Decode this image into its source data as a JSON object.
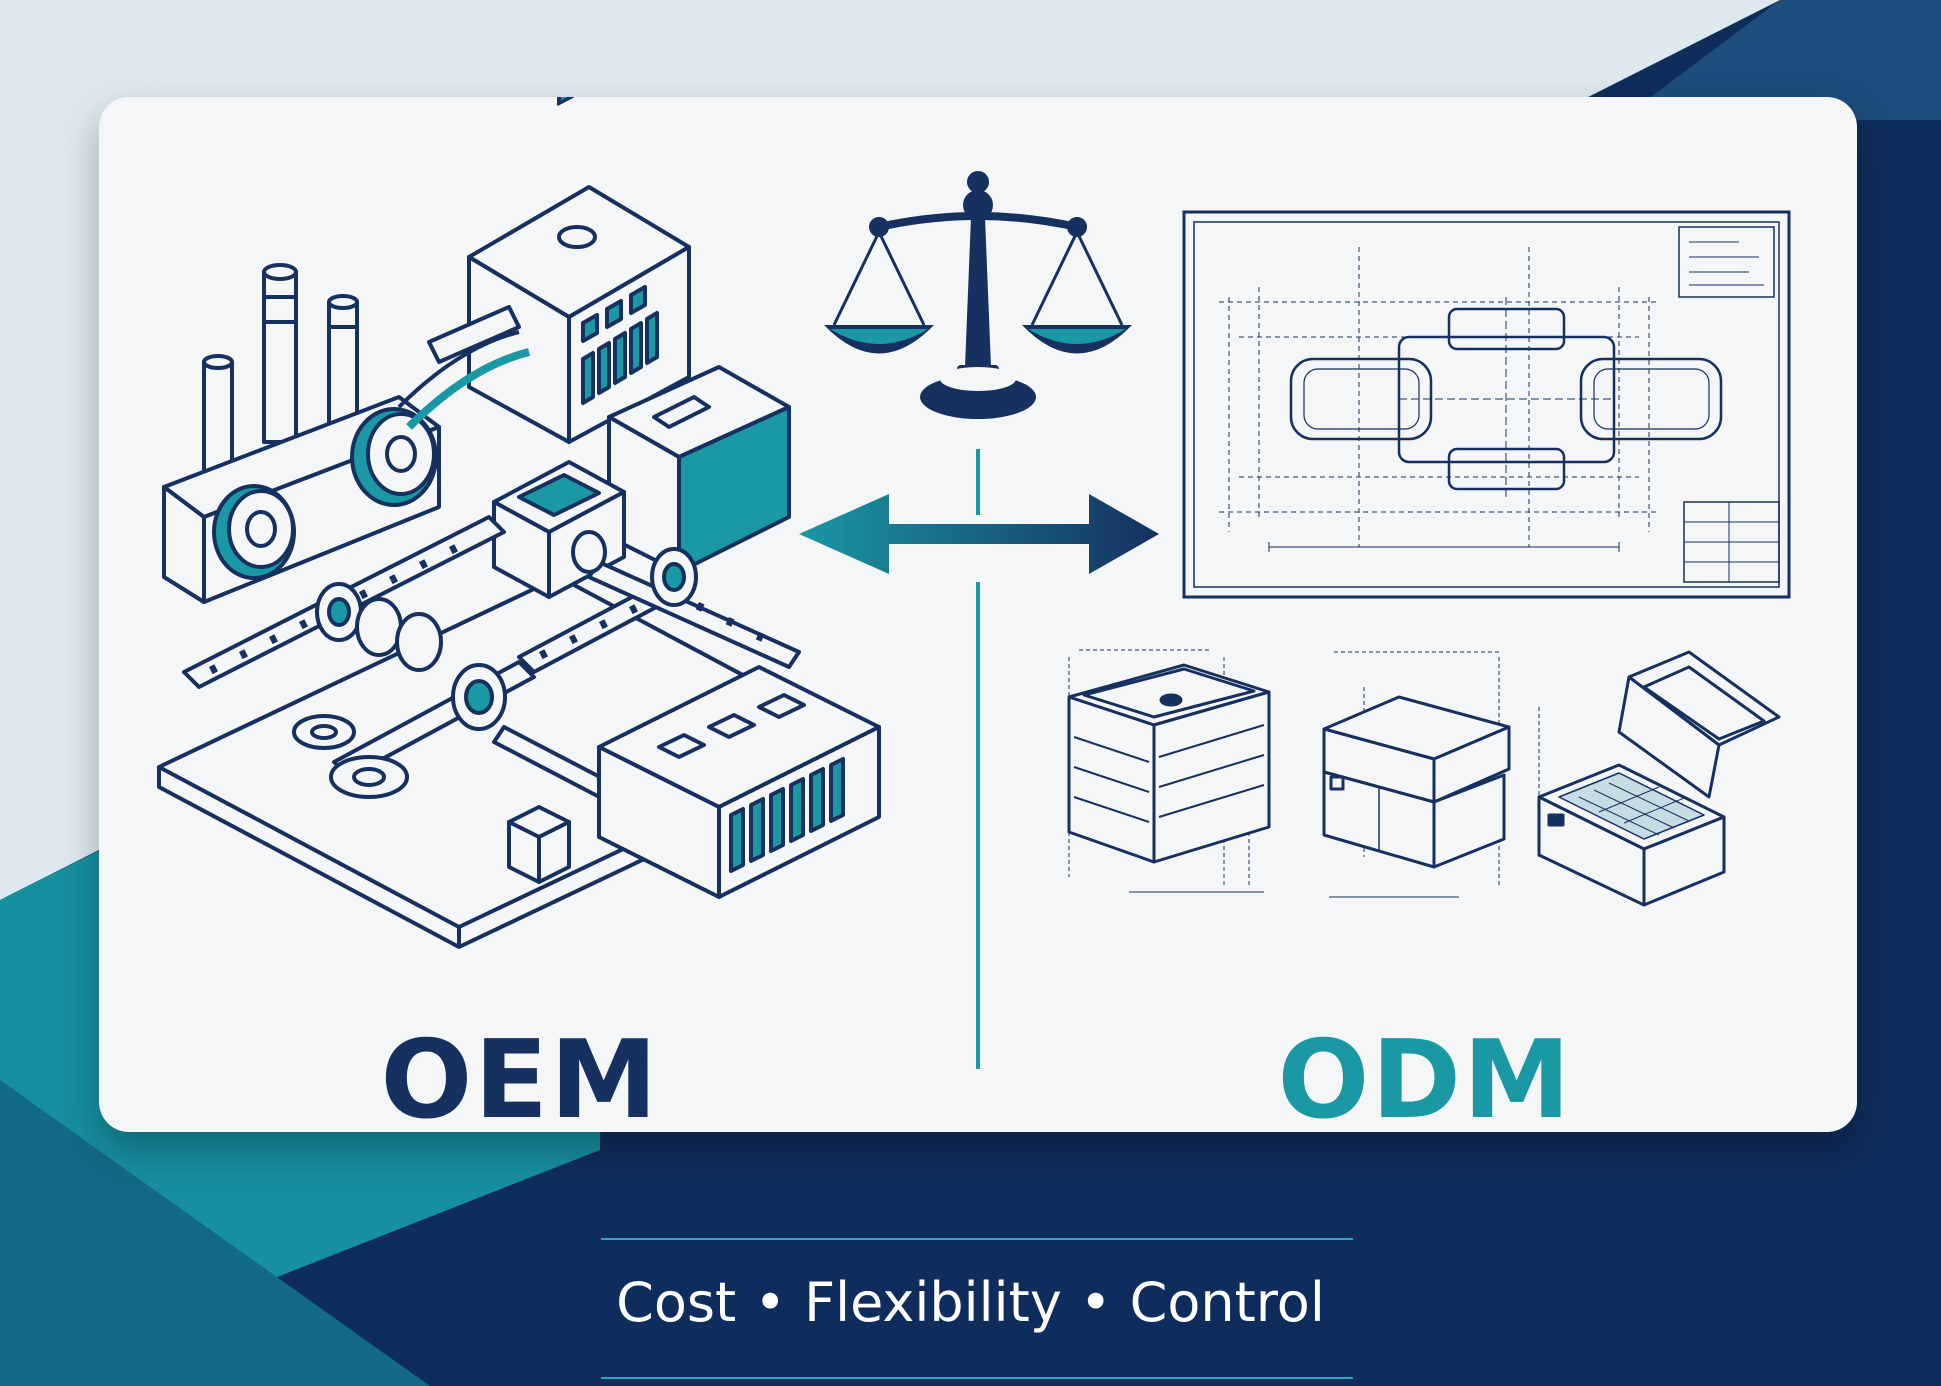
{
  "labels": {
    "oem": "OEM",
    "odm": "ODM"
  },
  "footer": {
    "items": [
      "Cost",
      "Flexibility",
      "Control"
    ],
    "separator": "•"
  },
  "icons": {
    "left": "factory-assembly-line-icon",
    "top_center": "balance-scale-icon",
    "middle": "bidirectional-arrow-icon",
    "right_top": "technical-blueprint-icon",
    "right_bottom": "product-sketches-icon"
  },
  "colors": {
    "navy": "#16305f",
    "teal": "#1a98a3",
    "card": "#f4f6f7",
    "background_light": "#dfeaee",
    "background_dark": "#0f2d5c",
    "accent_line": "#2aa6c4"
  }
}
